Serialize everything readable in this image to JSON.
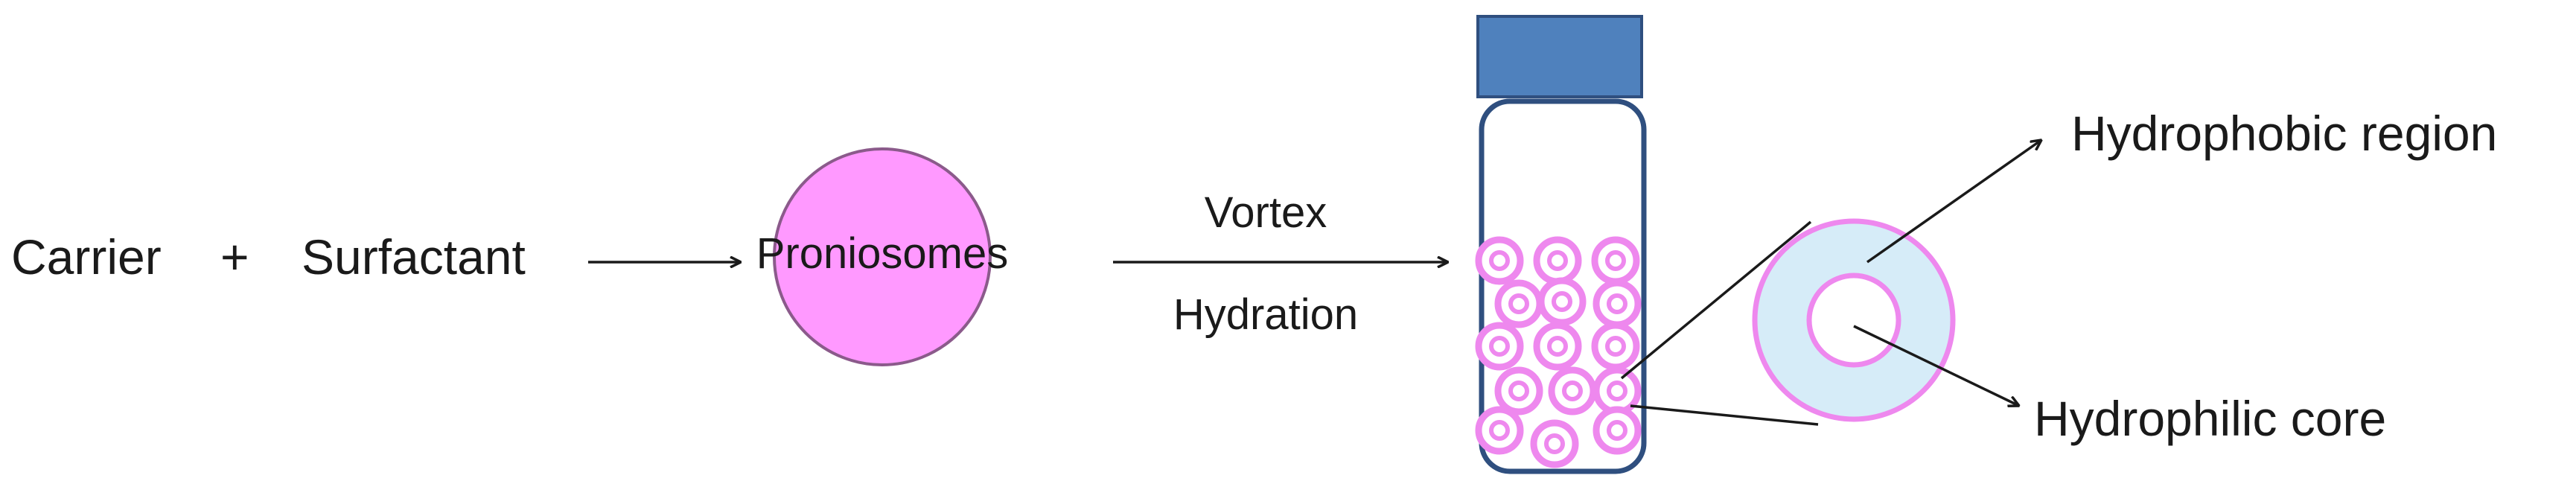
{
  "labels": {
    "carrier": "Carrier",
    "plus": "+",
    "surfactant": "Surfactant",
    "proniosomes": "Proniosomes",
    "vortex": "Vortex",
    "hydration": "Hydration",
    "hydrophobic_region": "Hydrophobic region",
    "hydrophilic_core": "Hydrophilic core"
  },
  "colors": {
    "proniosome_fill": "#ff99ff",
    "proniosome_stroke": "#8b5a8b",
    "vial_cap": "#4f81bd",
    "vial_cap_stroke": "#2f4f7f",
    "vial_body_stroke": "#2f4f7f",
    "niosome_ring": "#ee88ee",
    "bilayer_fill": "#d6ecf8"
  }
}
